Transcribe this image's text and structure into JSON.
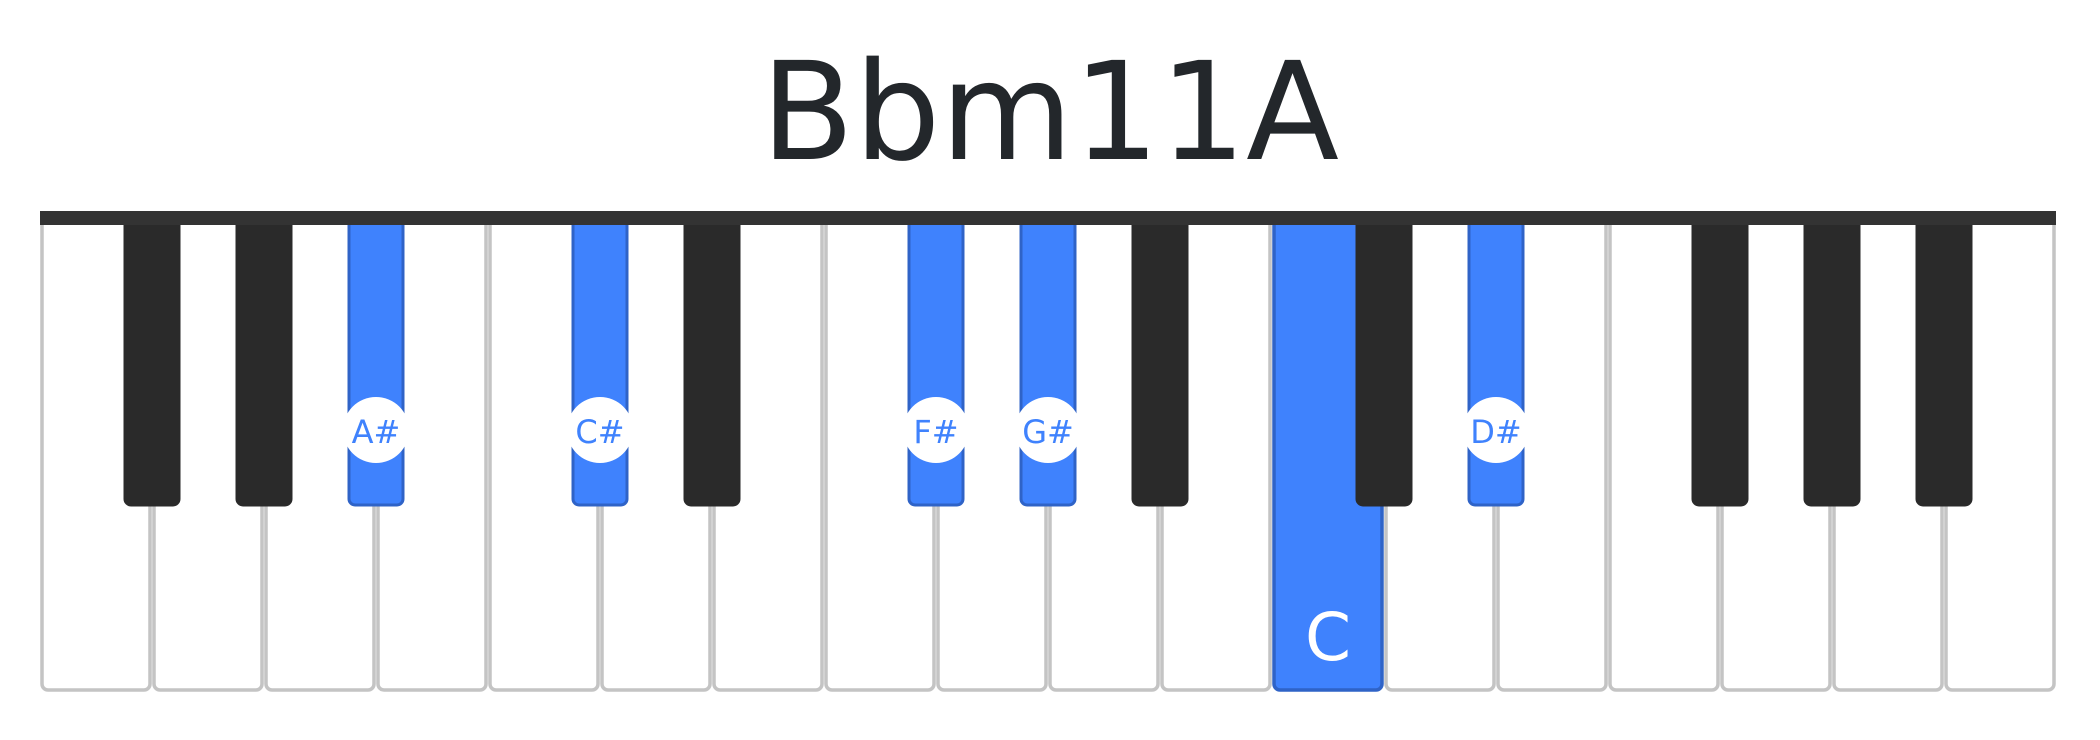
{
  "title": "Bbm11A",
  "colors": {
    "highlight": "#3f82fd",
    "highlight_border": "#2f63c7",
    "black_key": "#2a2a2a",
    "white_key": "#ffffff",
    "key_border": "#c4c4c4",
    "top_bar": "#333333",
    "label_on_white": "#3f82fd",
    "label_on_color": "#ffffff"
  },
  "keyboard": {
    "white_key_count": 18,
    "black_key_slots": [
      1,
      2,
      3,
      5,
      6,
      8,
      9,
      10,
      12,
      13,
      15,
      16,
      17
    ],
    "highlighted_white": [
      {
        "index": 11,
        "label": "C"
      }
    ],
    "highlighted_black": [
      {
        "slot": 3,
        "label": "A#"
      },
      {
        "slot": 5,
        "label": "C#"
      },
      {
        "slot": 8,
        "label": "F#"
      },
      {
        "slot": 9,
        "label": "G#"
      },
      {
        "slot": 13,
        "label": "D#"
      }
    ]
  }
}
